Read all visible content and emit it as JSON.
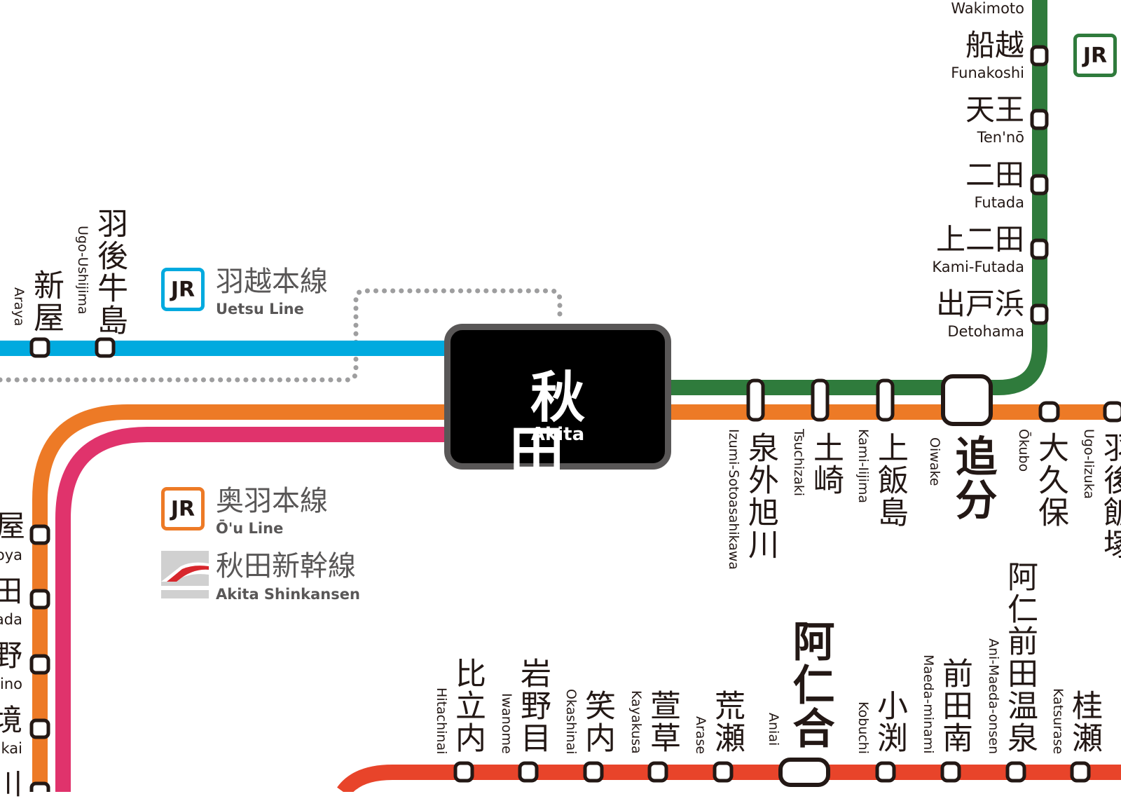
{
  "colors": {
    "uetsu": "#00aadf",
    "ou": "#ed7a26",
    "shinkansen": "#e0336c",
    "green_line": "#2f7b3c",
    "red_line": "#e8442a",
    "dotted": "#9e9e9f",
    "station_fill": "#ffffff",
    "station_stroke": "#231815"
  },
  "hub": {
    "name_ja": "秋田",
    "name_en": "Akita"
  },
  "legend": {
    "uetsu": {
      "jr": "JR",
      "name_ja": "羽越本線",
      "name_en": "Uetsu Line"
    },
    "ou": {
      "jr": "JR",
      "name_ja": "奥羽本線",
      "name_en": "Ō'u Line"
    },
    "shinkansen": {
      "name_ja": "秋田新幹線",
      "name_en": "Akita Shinkansen"
    },
    "green": {
      "jr": "JR"
    }
  },
  "stations": {
    "green": [
      {
        "ja": "",
        "en": "Wakimoto"
      },
      {
        "ja": "船越",
        "en": "Funakoshi"
      },
      {
        "ja": "天王",
        "en": "Ten'nō"
      },
      {
        "ja": "二田",
        "en": "Futada"
      },
      {
        "ja": "上二田",
        "en": "Kami-Futada"
      },
      {
        "ja": "出戸浜",
        "en": "Detohama"
      }
    ],
    "uetsu": [
      {
        "ja": "羽後牛島",
        "en": "Ugo-Ushijima"
      },
      {
        "ja": "新屋",
        "en": "Araya"
      }
    ],
    "ou_east": [
      {
        "ja": "泉外旭川",
        "en": "Izumi-Sotoasahikawa"
      },
      {
        "ja": "土崎",
        "en": "Tsuchizaki"
      },
      {
        "ja": "上飯島",
        "en": "Kami-Iijima"
      },
      {
        "ja": "追分",
        "en": "Oiwake"
      },
      {
        "ja": "大久保",
        "en": "Ōkubo"
      },
      {
        "ja": "羽後飯塚",
        "en": "Ugo-Iizuka"
      }
    ],
    "ou_south": [
      {
        "ja": "屋",
        "en": "oya"
      },
      {
        "ja": "田",
        "en": "ada"
      },
      {
        "ja": "野",
        "en": "ino"
      },
      {
        "ja": "境",
        "en": "kai"
      },
      {
        "ja": "川",
        "en": ""
      }
    ],
    "red": [
      {
        "ja": "比立内",
        "en": "Hitachinai"
      },
      {
        "ja": "岩野目",
        "en": "Iwanome"
      },
      {
        "ja": "笑内",
        "en": "Okashinai"
      },
      {
        "ja": "萱草",
        "en": "Kayakusa"
      },
      {
        "ja": "荒瀬",
        "en": "Arase"
      },
      {
        "ja": "阿仁合",
        "en": "Aniai"
      },
      {
        "ja": "小渕",
        "en": "Kobuchi"
      },
      {
        "ja": "前田南",
        "en": "Maeda-minami"
      },
      {
        "ja": "阿仁前田温泉",
        "en": "Ani-Maeda-onsen"
      },
      {
        "ja": "桂瀬",
        "en": "Katsurase"
      }
    ]
  }
}
